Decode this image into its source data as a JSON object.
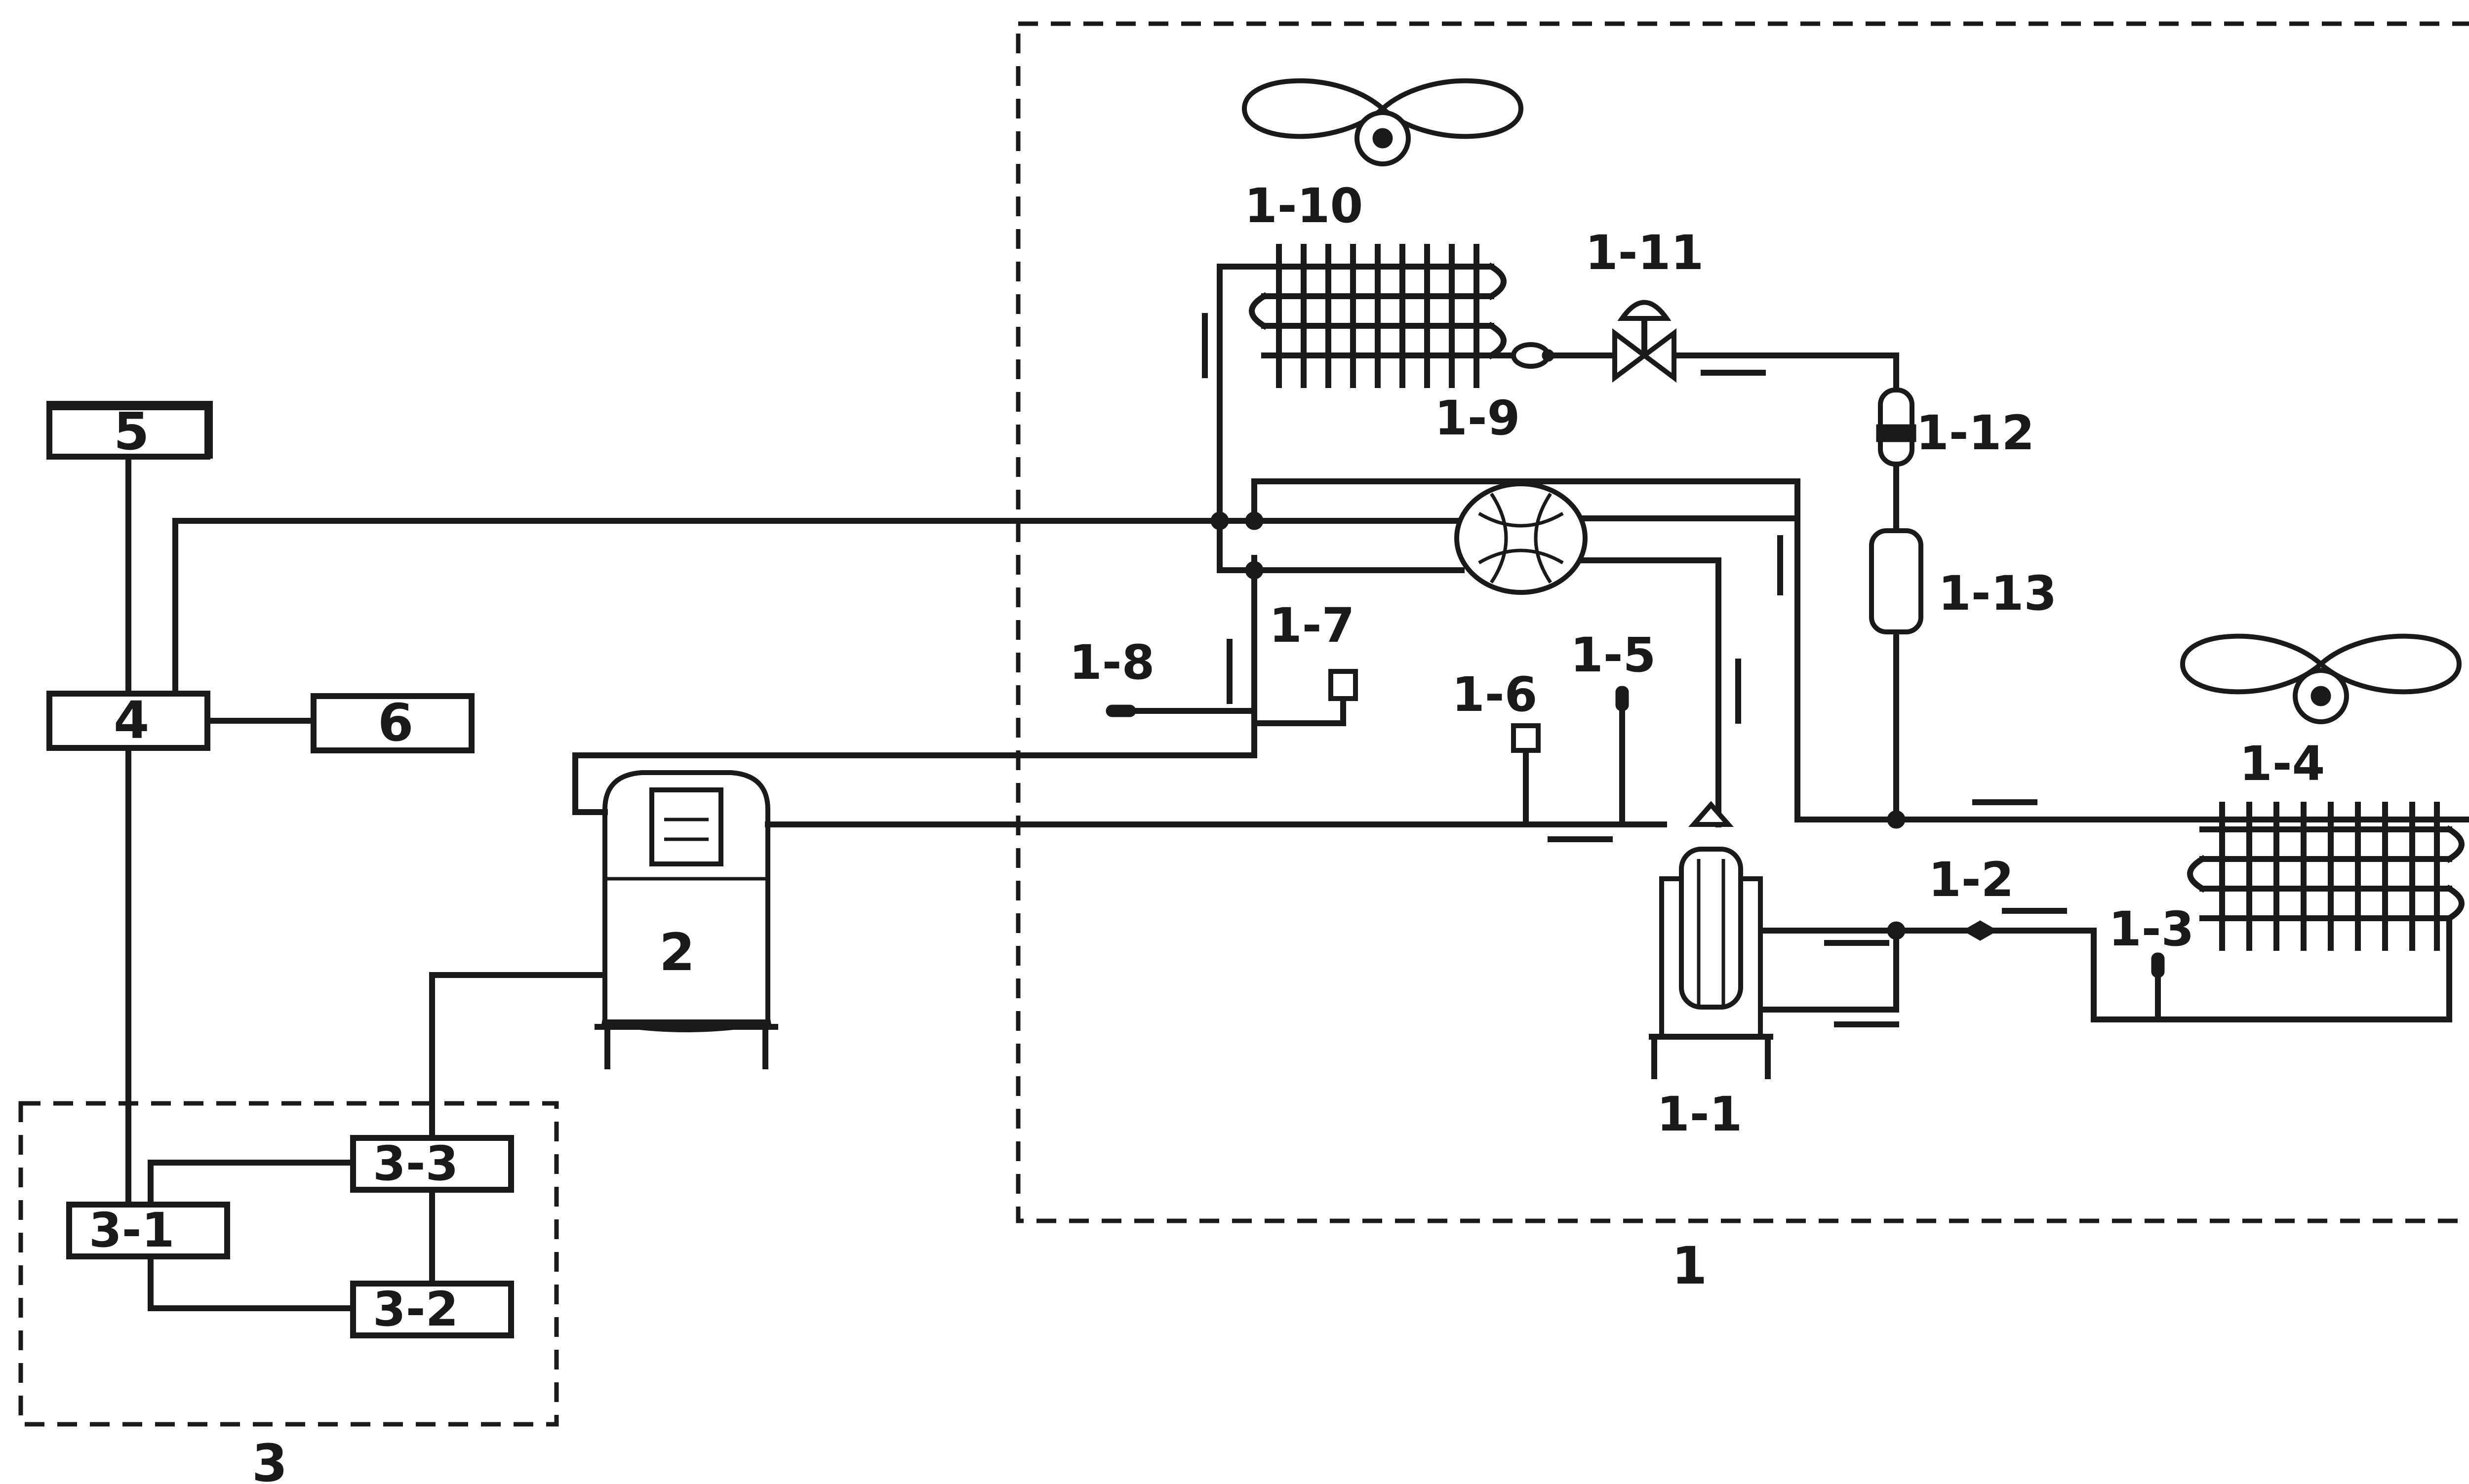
{
  "labels": {
    "block_5": "5",
    "block_4": "4",
    "block_6": "6",
    "block_2": "2",
    "block_3_1": "3-1",
    "block_3_2": "3-2",
    "block_3_3": "3-3",
    "group_3": "3",
    "group_1": "1",
    "c_1_1": "1-1",
    "c_1_2": "1-2",
    "c_1_3": "1-3",
    "c_1_4": "1-4",
    "c_1_5": "1-5",
    "c_1_6": "1-6",
    "c_1_7": "1-7",
    "c_1_8": "1-8",
    "c_1_9": "1-9",
    "c_1_10": "1-10",
    "c_1_11": "1-11",
    "c_1_12": "1-12",
    "c_1_13": "1-13"
  },
  "colors": {
    "line": "#1a1a1a",
    "background": "#ffffff"
  },
  "icons": [
    "fan-icon",
    "coil-icon",
    "valve-icon",
    "four-way-valve-icon",
    "compressor-icon",
    "filter-icon",
    "sensor-icon"
  ]
}
